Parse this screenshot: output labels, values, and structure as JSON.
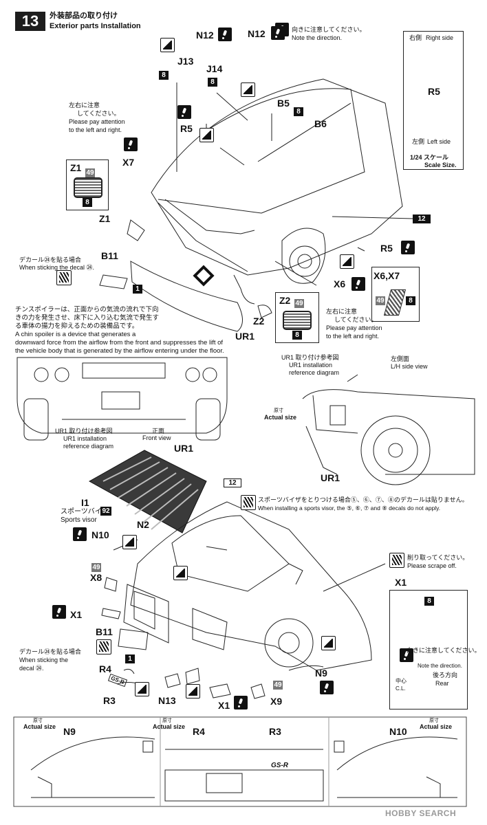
{
  "step": {
    "number": "13",
    "title_jp": "外装部品の取り付け",
    "title_en": "Exterior parts Installation"
  },
  "notes": {
    "direction_jp": "向きに注意してください。",
    "direction_en": "Note the direction.",
    "left_right_jp1": "左右に注意",
    "left_right_jp2": "してください。",
    "left_right_en1": "Please pay attention",
    "left_right_en2": "to the left and right.",
    "decal24_jp": "デカール㉔を貼る場合",
    "decal24_en": "When sticking the decal ㉔.",
    "decal24b_jp": "デカール㉔を貼る場合",
    "decal24b_en1": "When sticking the",
    "decal24b_en2": "decal ㉔.",
    "chin_jp1": "チンスポイラーは、正面からの気流の流れで下向",
    "chin_jp2": "きの力を発生させ、床下に入り込む気流で発生す",
    "chin_jp3": "る車体の揚力を抑えるための装備品です。",
    "chin_en1": "A chin spoiler is a device that generates a",
    "chin_en2": "downward force from the airflow from the front and suppresses the lift of",
    "chin_en3": "the vehicle body that is generated by the airflow entering under the floor.",
    "visor_jp": "スポーツバイザをとりつける場合⑤、⑥、⑦、⑧のデカールは貼りません。",
    "visor_en": "When installing a sports visor, the ⑤, ⑥, ⑦ and ⑧ decals do not apply.",
    "scrape_jp": "削り取ってください。",
    "scrape_en": "Please scrape off."
  },
  "side_box": {
    "right_jp": "右側",
    "right_en": "Right side",
    "part": "R5",
    "left_jp": "左側",
    "left_en": "Left side",
    "scale_jp": "1/24 スケール",
    "scale_en": "Scale Size."
  },
  "ur1_front": {
    "title_jp": "UR1 取り付け参考図",
    "title_en1": "UR1 installation",
    "title_en2": "reference diagram",
    "view_jp": "正面",
    "view_en": "Front view",
    "part": "UR1"
  },
  "ur1_side": {
    "title_jp": "UR1 取り付け参考図",
    "title_en1": "UR1 installation",
    "title_en2": "reference diagram",
    "view_jp": "左側面",
    "view_en": "L/H side view",
    "actual_jp": "原寸",
    "actual_en": "Actual size",
    "part": "UR1"
  },
  "parts": {
    "N12a": "N12",
    "N12b": "N12",
    "J13": "J13",
    "J14": "J14",
    "B5": "B5",
    "B6": "B6",
    "R5a": "R5",
    "R5b": "R5",
    "X7": "X7",
    "Z1a": "Z1",
    "Z1b": "Z1",
    "B11a": "B11",
    "X6": "X6",
    "X6X7": "X6,X7",
    "Z2a": "Z2",
    "Z2b": "Z2",
    "UR1": "UR1",
    "I1": "I1",
    "visor_jp": "スポーツバイザ",
    "visor_en": "Sports visor",
    "N10": "N10",
    "N2": "N2",
    "X8": "X8",
    "X1a": "X1",
    "B11b": "B11",
    "R4": "R4",
    "R3": "R3",
    "N13": "N13",
    "X1b": "X1",
    "X9": "X9",
    "N9": "N9",
    "X1box": "X1"
  },
  "numbers": {
    "n8": "8",
    "n49": "49",
    "n1": "1",
    "n12": "12",
    "n92": "92"
  },
  "x1_box": {
    "dir_jp": "向きに注意してください。",
    "dir_en": "Note the direction.",
    "cl_jp": "中心",
    "cl_en": "C.L.",
    "rear_jp": "後ろ方向",
    "rear_en": "Rear"
  },
  "bottom": {
    "actual_jp": "原寸",
    "actual_en": "Actual size",
    "labels": [
      "N9",
      "R4",
      "R3",
      "N10"
    ],
    "emblem_gsr": "GS-R",
    "watermark": "HOBBY SEARCH"
  }
}
